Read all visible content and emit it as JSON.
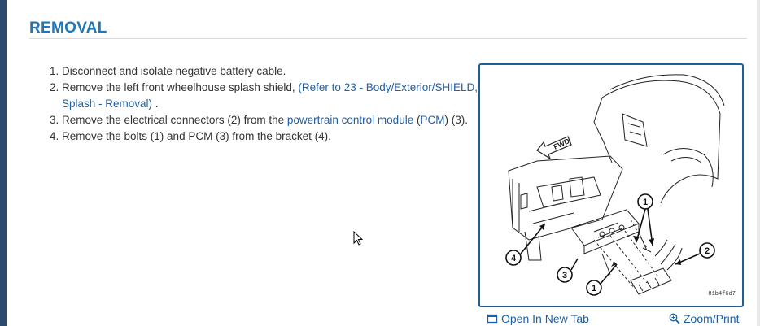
{
  "section": {
    "title": "REMOVAL"
  },
  "steps": [
    {
      "text": "Disconnect and isolate negative battery cable."
    },
    {
      "pre": "Remove the left front wheelhouse splash shield, ",
      "link": "(Refer to 23 - Body/Exterior/SHIELD, Splash - Removal)",
      "post": " ."
    },
    {
      "pre": "Remove the electrical connectors (2) from the ",
      "link": "powertrain control module",
      "mid": " (",
      "link2": "PCM",
      "post": ") (3)."
    },
    {
      "text": "Remove the bolts (1) and PCM (3) from the bracket (4)."
    }
  ],
  "figure": {
    "id": "81b4f6d7",
    "arrow_label": "FWD",
    "callouts": [
      "1",
      "1",
      "2",
      "3",
      "4"
    ]
  },
  "actions": {
    "open_tab": "Open In New Tab",
    "zoom": "Zoom/Print"
  },
  "colors": {
    "accent": "#1d77b8",
    "link": "#1d5fa8",
    "figure_border": "#1f5f96",
    "sidebar": "#2c4a6e"
  }
}
